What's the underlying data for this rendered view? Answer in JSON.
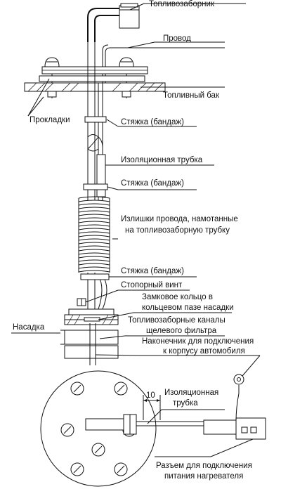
{
  "labels": {
    "fuel_intake": "Топливозаборник",
    "wire": "Провод",
    "fuel_tank": "Топливный бак",
    "gaskets": "Прокладки",
    "tie1": "Стяжка (бандаж)",
    "insulating_tube": "Изоляционная трубка",
    "tie2": "Стяжка (бандаж)",
    "excess_wire_1": "Излишки провода, намотанные",
    "excess_wire_2": "на топливозаборную трубку",
    "tie3": "Стяжка (бандаж)",
    "stop_screw": "Стопорный винт",
    "lock_ring_1": "Замковое кольцо в",
    "lock_ring_2": "кольцевом пазе насадки",
    "nozzle": "Насадка",
    "channels_1": "Топливозаборные каналы",
    "channels_2": "щелевого фильтра",
    "terminal_1": "Наконечник для подключения",
    "terminal_2": "к корпусу автомобиля",
    "tube2_1": "Изоляционная",
    "tube2_2": "трубка",
    "dimension": "10",
    "connector_1": "Разъем для подключения",
    "connector_2": "питания нагревателя"
  }
}
